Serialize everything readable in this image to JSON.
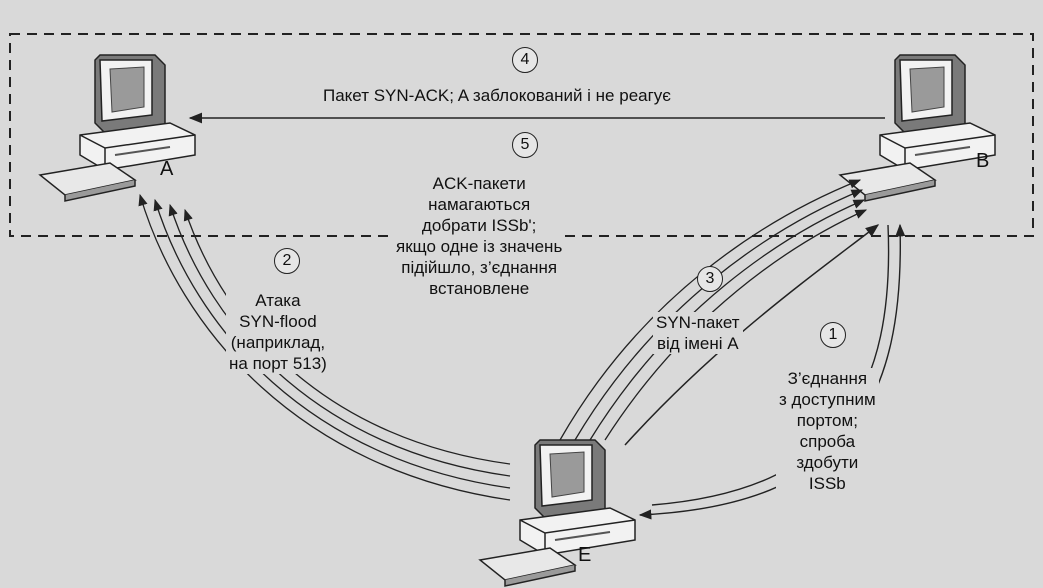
{
  "nodes": {
    "a": "A",
    "b": "B",
    "e": "E"
  },
  "steps": [
    {
      "num": "4",
      "text": "Пакет SYN-ACK; A заблокований і не реагує"
    },
    {
      "num": "5",
      "text": "ACK-пакети\nнамагаються\nдобрати ISSb';\nякщо одне із значень\nпідійшло, з’єднання\nвстановлене"
    },
    {
      "num": "2",
      "text": "Атака\nSYN-flood\n(наприклад,\nна порт 513)"
    },
    {
      "num": "3",
      "text": "SYN-пакет\nвід імені A"
    },
    {
      "num": "1",
      "text": "З’єднання\nз доступним\nпортом;\nспроба\nздобути\nISSb"
    }
  ],
  "colors": {
    "background": "#d9d9d9",
    "line": "#222222",
    "computer_face": "#f2f2f2",
    "computer_shade": "#7a7a7a"
  }
}
